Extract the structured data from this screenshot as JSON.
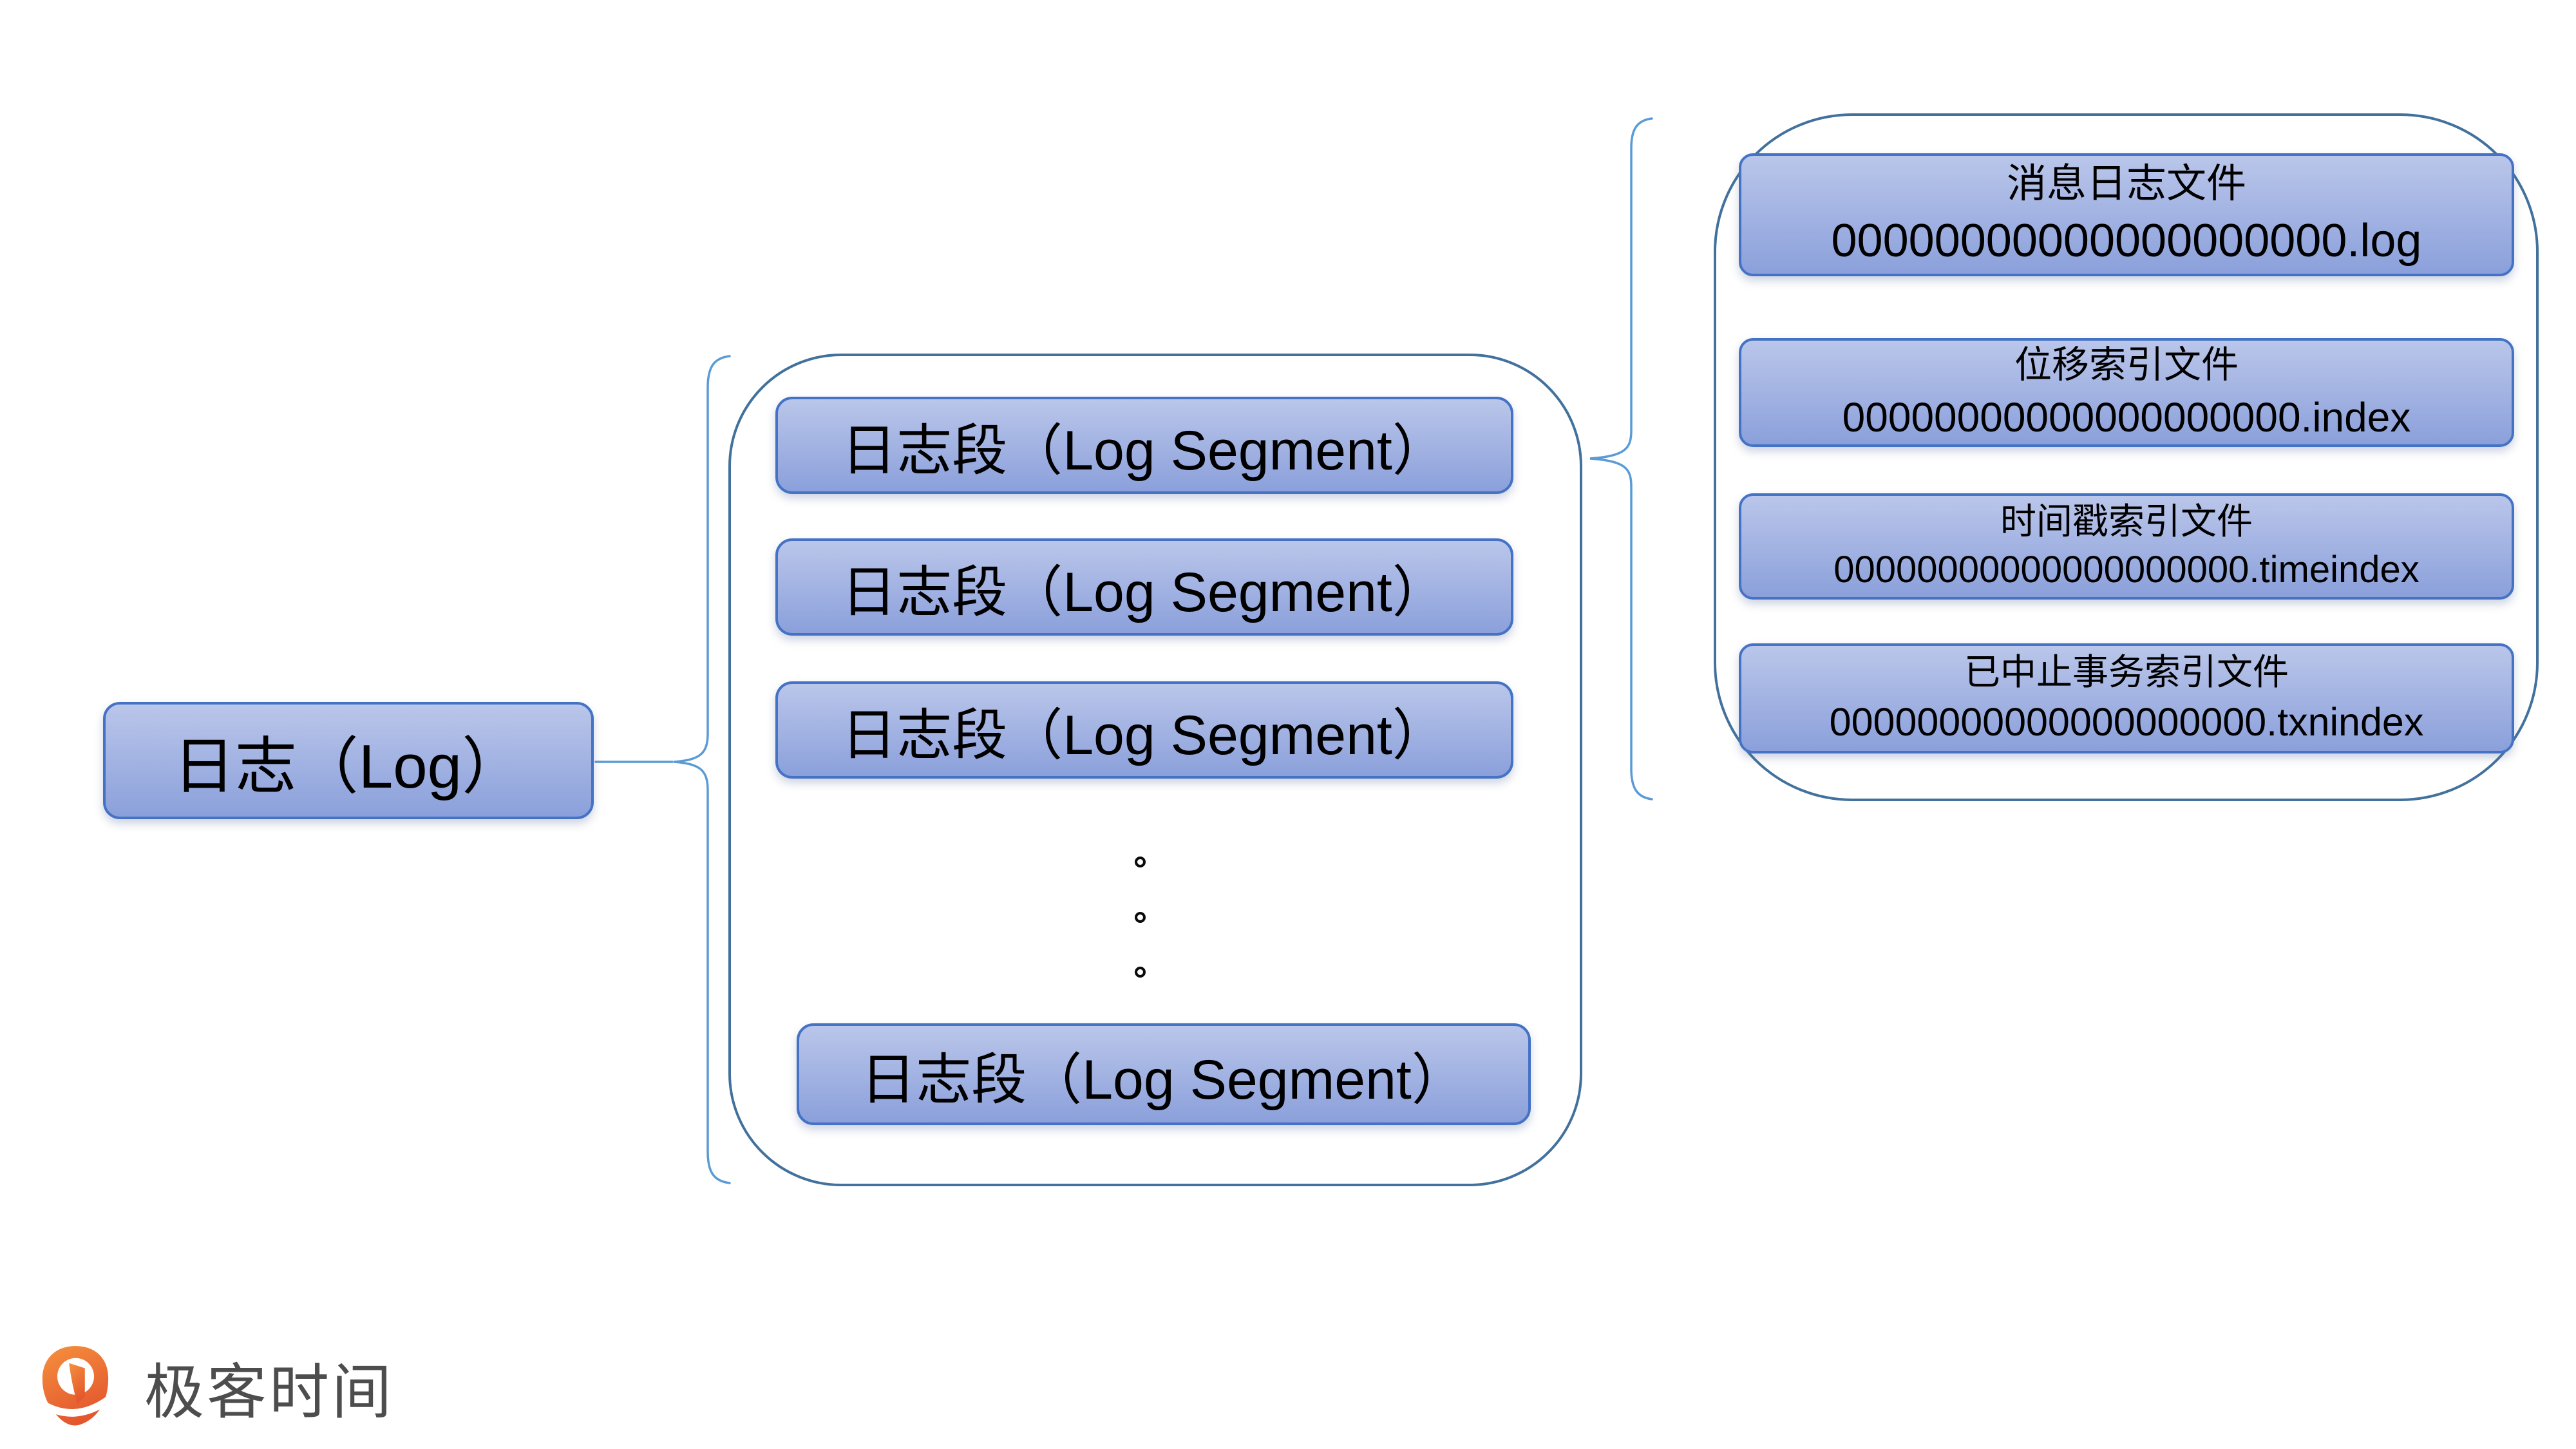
{
  "colors": {
    "box-border": "#4472C4",
    "box-grad-top": "#BAC6EA",
    "box-grad-bottom": "#8BA0DB",
    "container-border": "#41719C",
    "brace": "#5B9BD5",
    "text": "#000000",
    "logo-orange-top": "#F5913E",
    "logo-orange-bottom": "#E4572E",
    "logo-text-color": "#4D4D4D"
  },
  "log": {
    "label": "日志（Log）"
  },
  "segments": {
    "items": [
      "日志段（Log Segment）",
      "日志段（Log Segment）",
      "日志段（Log Segment）"
    ],
    "ellipsis_dots": 3,
    "bottom_item": "日志段（Log Segment）"
  },
  "files": {
    "items": [
      {
        "title": "消息日志文件",
        "filename": "00000000000000000000.log"
      },
      {
        "title": "位移索引文件",
        "filename": "00000000000000000000.index"
      },
      {
        "title": "时间戳索引文件",
        "filename": "00000000000000000000.timeindex"
      },
      {
        "title": "已中止事务索引文件",
        "filename": "00000000000000000000.txnindex"
      }
    ]
  },
  "footer": {
    "logo_text": "极客时间"
  }
}
